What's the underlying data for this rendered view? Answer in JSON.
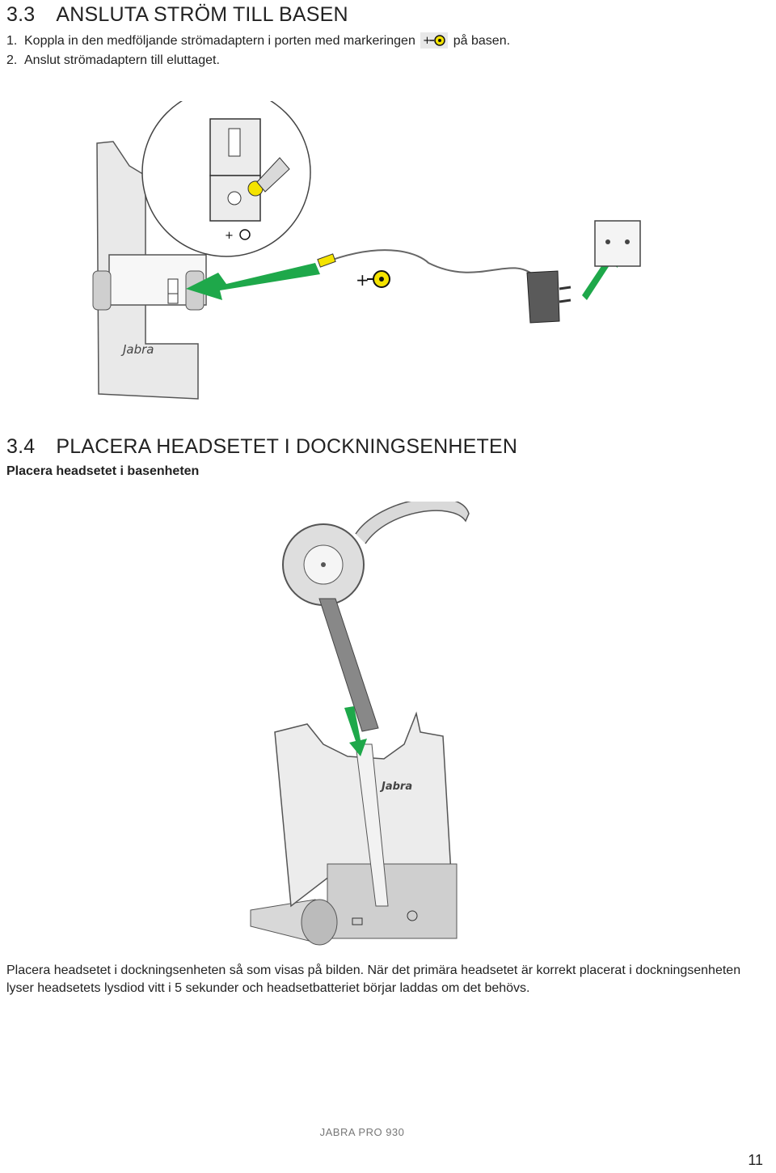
{
  "section_3_3": {
    "number": "3.3",
    "title": "ANSLUTA STRÖM TILL BASEN",
    "steps": [
      {
        "num": "1.",
        "text_before": "Koppla in den medföljande strömadaptern i porten med markeringen",
        "text_after": "på basen."
      },
      {
        "num": "2.",
        "text": "Anslut strömadaptern till eluttaget."
      }
    ],
    "illustration": {
      "port_symbol": "+-⊙",
      "brand": "Jabra",
      "arrow_color": "#1ea84a",
      "icons": [
        "power-adapter-icon",
        "wall-socket-icon",
        "dc-power-symbol-icon"
      ]
    }
  },
  "section_3_4": {
    "number": "3.4",
    "title": "PLACERA HEADSETET I DOCKNINGSENHETEN",
    "subtitle": "Placera headsetet i basenheten",
    "illustration": {
      "brand": "Jabra",
      "arrow_color": "#1ea84a"
    },
    "body": "Placera headsetet i dockningsenheten så som visas på bilden. När det primära headsetet är korrekt placerat i dockningsenheten lyser headsetets lysdiod vitt i 5 sekunder och headsetbatteriet börjar laddas om det behövs."
  },
  "footer": {
    "product": "JABRA PRO 930",
    "page": "11"
  }
}
